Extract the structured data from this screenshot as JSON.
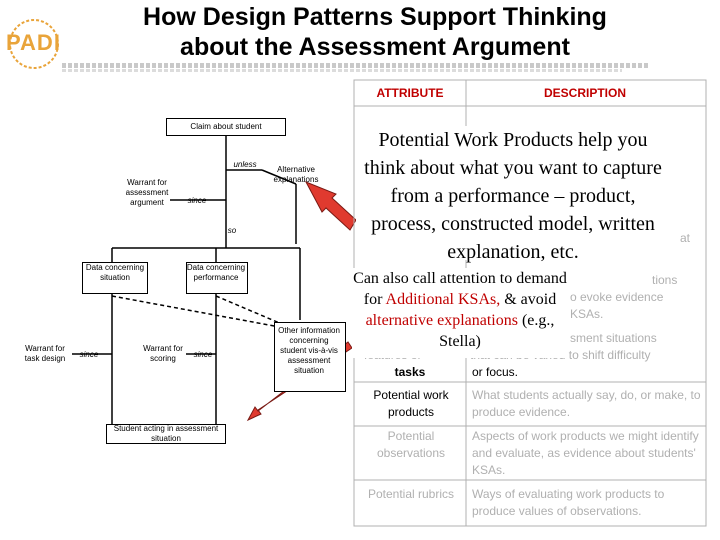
{
  "title": {
    "line1": "How Design Patterns Support Thinking",
    "line2": "about the Assessment Argument"
  },
  "logo": {
    "text": "PADI"
  },
  "diagram": {
    "claim": "Claim about student",
    "unless": "unless",
    "alternative": "Alternative explanations",
    "warrant_assessment": "Warrant for assessment argument",
    "since1": "since",
    "so": "so",
    "data_situation": "Data concerning situation",
    "data_performance": "Data concerning performance",
    "other_info": "Other information concerning student vis-à-vis assessment situation",
    "warrant_task": "Warrant for task design",
    "since2": "since",
    "warrant_scoring": "Warrant for scoring",
    "since3": "since",
    "student_acting": "Student acting in assessment situation"
  },
  "table": {
    "header_attr": "ATTRIBUTE",
    "header_desc": "DESCRIPTION",
    "partial_text_1": "at",
    "partial_text_2a": "tions",
    "partial_text_2b": "o evoke evidence",
    "partial_text_2c": "KSAs.",
    "partial_text_3a": "sment situations",
    "partial_text_3b": "features of",
    "partial_text_3c": "that can be varied to shift difficulty",
    "tasks_label": "tasks",
    "tasks_desc": "or focus.",
    "rows": [
      {
        "attr": "Potential work products",
        "desc": "What students actually say, do, or make, to produce evidence."
      },
      {
        "attr": "Potential observations",
        "desc": "Aspects of work products we might identify and evaluate, as evidence about students' KSAs."
      },
      {
        "attr": "Potential rubrics",
        "desc": "Ways of evaluating work products to produce values of observations."
      }
    ]
  },
  "callout1": "Potential Work Products help you think about what you want to capture from a performance – product, process, constructed model, written explanation, etc.",
  "callout2": {
    "part1": "Can also call attention to demand for ",
    "red1": "Additional KSAs,",
    "part2": " & avoid ",
    "red2": "alternative explanations",
    "part3": " (e.g., Stella)"
  },
  "colors": {
    "accent": "#c00000",
    "arrow": "#e03a2f",
    "logo": "#e9a43a"
  }
}
